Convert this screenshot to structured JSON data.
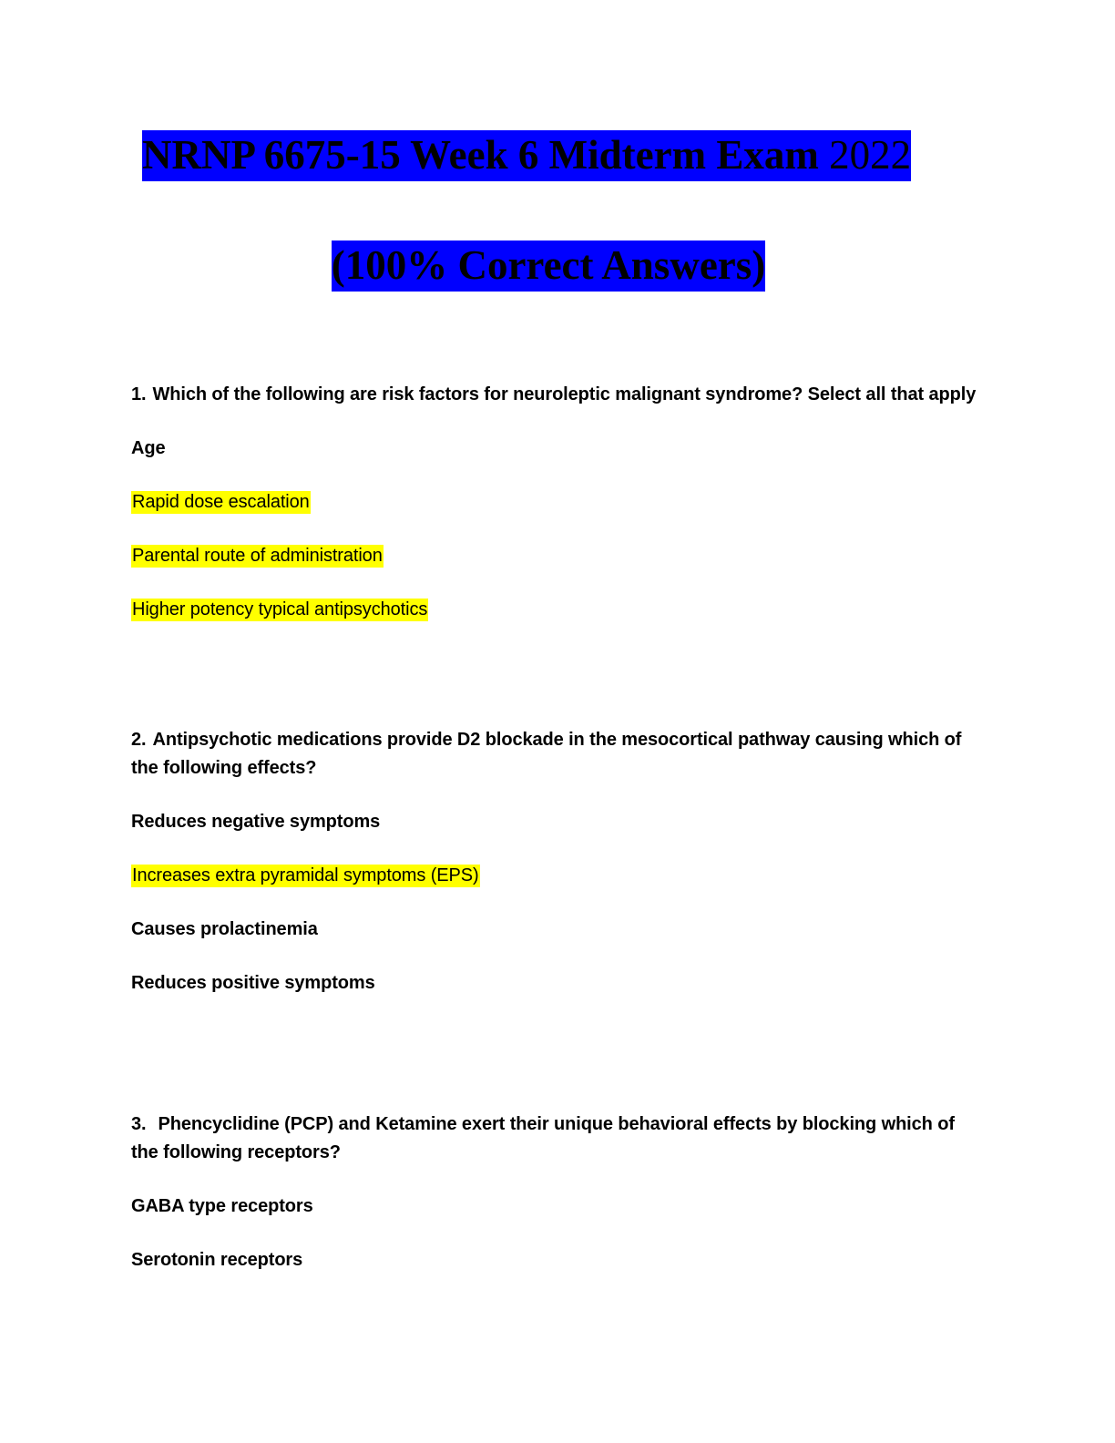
{
  "document": {
    "title_main": "NRNP 6675-15 Week 6 Midterm Exam",
    "title_year": "2022",
    "subtitle": "(100% Correct Answers)",
    "colors": {
      "title_highlight": "#0000FF",
      "answer_highlight": "#FFFF00",
      "text": "#000000",
      "page_background": "#FFFFFF"
    }
  },
  "questions": [
    {
      "number": "1.",
      "text": "Which of the following are risk factors for neuroleptic malignant syndrome? Select all that apply",
      "options": [
        {
          "label": "Age",
          "highlighted": false
        },
        {
          "label": "Rapid dose escalation",
          "highlighted": true
        },
        {
          "label": "Parental route of administration",
          "highlighted": true
        },
        {
          "label": "Higher potency typical antipsychotics",
          "highlighted": true
        }
      ]
    },
    {
      "number": "2.",
      "text": "Antipsychotic medications provide D2 blockade in the mesocortical pathway causing which of the following effects?",
      "options": [
        {
          "label": "Reduces negative symptoms",
          "highlighted": false
        },
        {
          "label": "Increases extra pyramidal symptoms (EPS)",
          "highlighted": true
        },
        {
          "label": "Causes prolactinemia",
          "highlighted": false
        },
        {
          "label": "Reduces positive symptoms",
          "highlighted": false
        }
      ]
    },
    {
      "number": "3.",
      "text": "Phencyclidine (PCP) and Ketamine exert their unique behavioral effects by blocking which of the following receptors?",
      "options": [
        {
          "label": "GABA type receptors",
          "highlighted": false
        },
        {
          "label": "Serotonin receptors",
          "highlighted": false
        }
      ]
    }
  ]
}
